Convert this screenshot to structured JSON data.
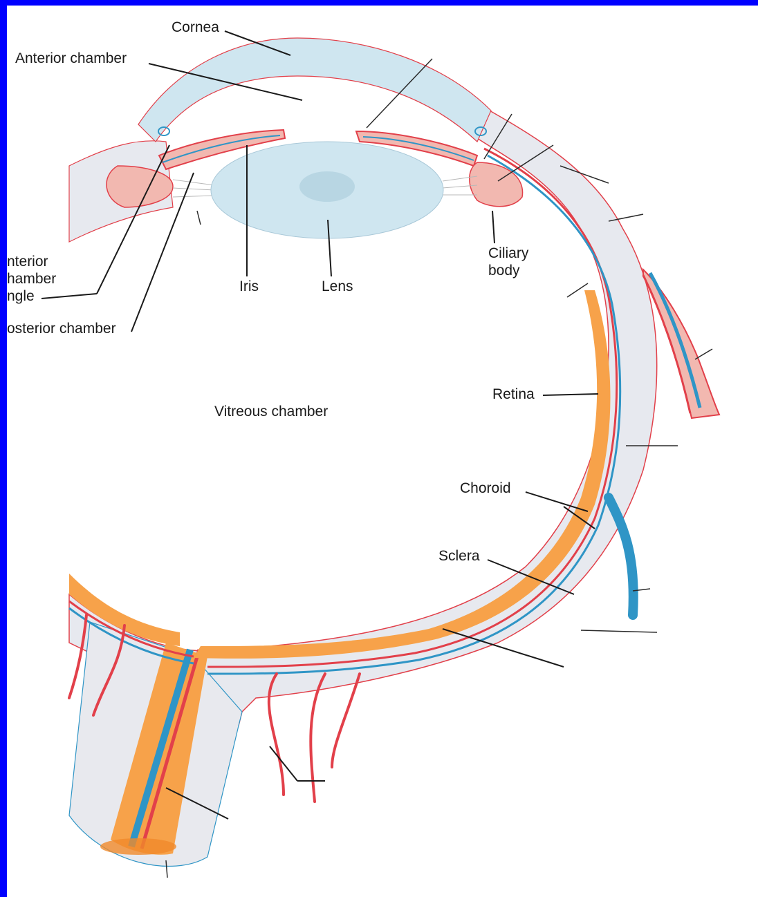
{
  "labels": {
    "cornea": "Cornea",
    "anterior_chamber": "Anterior chamber",
    "anterior_chamber_angle_1": "nterior",
    "anterior_chamber_angle_2": "hamber",
    "anterior_chamber_angle_3": "ngle",
    "posterior_chamber": "osterior chamber",
    "iris": "Iris",
    "lens": "Lens",
    "ciliary_body_1": "Ciliary",
    "ciliary_body_2": "body",
    "vitreous_chamber": "Vitreous chamber",
    "retina": "Retina",
    "choroid": "Choroid",
    "sclera": "Sclera"
  },
  "colors": {
    "frame": "#0000ff",
    "cornea": "#cfe6f0",
    "sclera": "#e7e9ef",
    "retina": "#f7a24a",
    "artery": "#e2404a",
    "vein": "#2f95c6",
    "ciliary": "#f2b8b0"
  }
}
